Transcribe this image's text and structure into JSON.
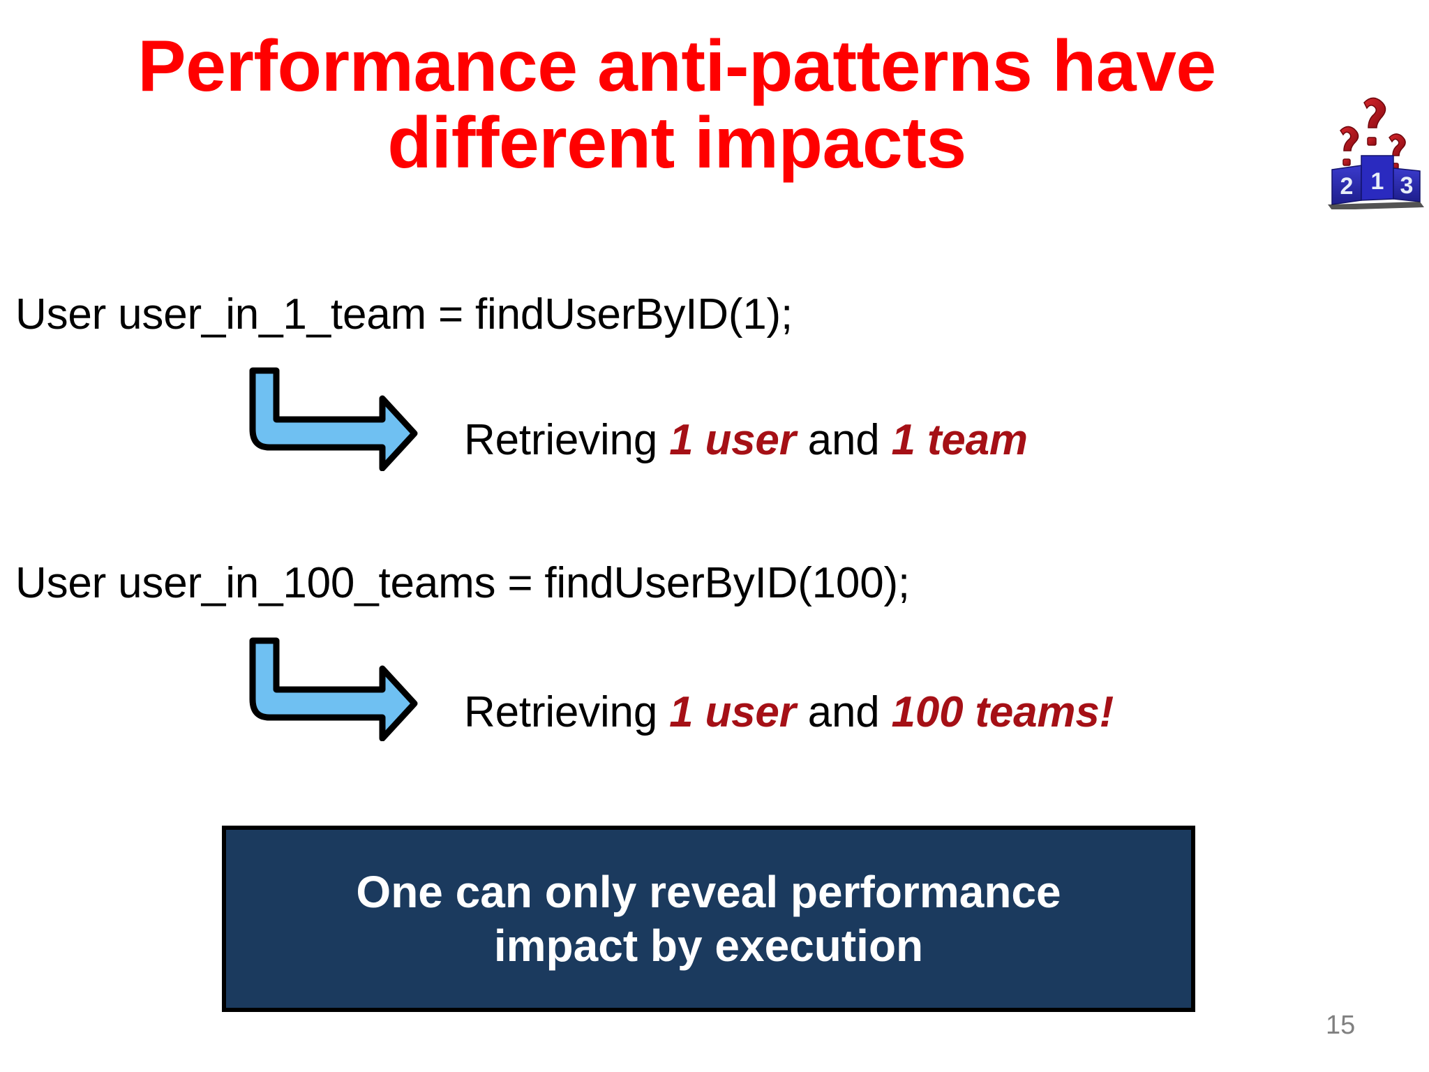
{
  "slide": {
    "background_color": "#FFFFFF",
    "title": {
      "line1": "Performance anti-patterns have",
      "line2": "different impacts",
      "color": "#FF0000"
    },
    "decoration": {
      "podium_icon_name": "podium-question-marks-icon",
      "podium_labels": [
        "2",
        "1",
        "3"
      ],
      "podium_color": "#3333CC",
      "question_mark_color": "#B31217"
    },
    "body": {
      "blocks": [
        {
          "code": "User user_in_1_team = findUserByID(1);",
          "arrow_icon_name": "elbow-arrow-down-right-icon",
          "arrow_fill": "#6FC0F2",
          "arrow_stroke": "#000000",
          "result_prefix": "Retrieving ",
          "result_emph_1": "1 user",
          "result_middle": " and ",
          "result_emph_2": "1 team",
          "result_suffix": ""
        },
        {
          "code": "User user_in_100_teams = findUserByID(100);",
          "arrow_icon_name": "elbow-arrow-down-right-icon",
          "arrow_fill": "#6FC0F2",
          "arrow_stroke": "#000000",
          "result_prefix": "Retrieving ",
          "result_emph_1": "1 user",
          "result_middle": " and ",
          "result_emph_2": "100 teams!",
          "result_suffix": ""
        }
      ],
      "emphasis_color": "#A51016"
    },
    "callout": {
      "line1": "One can only reveal performance",
      "line2": "impact by execution",
      "fill_color": "#1B3A5E",
      "border_color": "#000000",
      "text_color": "#FFFFFF"
    },
    "footer": {
      "page_number": "15",
      "color": "#808080"
    }
  }
}
